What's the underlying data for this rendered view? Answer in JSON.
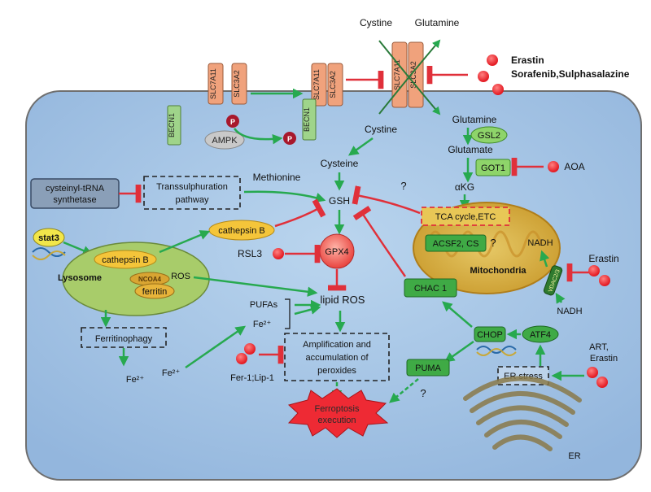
{
  "top": {
    "cystine": "Cystine",
    "glutamine": "Glutamine",
    "erastin": "Erastin",
    "sorafenib": "Sorafenib,Sulphasalazine"
  },
  "transporters": {
    "slc7a11": "SLC7A11",
    "slc3a2": "SLC3A2",
    "becn1": "BECN1"
  },
  "ampk": {
    "label": "AMPK",
    "p": "P"
  },
  "left": {
    "trna_line1": "cysteinyl-tRNA",
    "trna_line2": "synthetase",
    "transsulph_line1": "Transsulphuration",
    "transsulph_line2": "pathway",
    "stat3": "stat3",
    "cathepsin_b": "cathepsin B",
    "lysosome": "Lysosome",
    "ncoa4": "NCOA4",
    "ferritin": "ferritin",
    "ros": "ROS",
    "ferritinophagy": "Ferritinophagy",
    "fe2_left": "Fe²⁺",
    "fe2_right": "Fe²⁺"
  },
  "center": {
    "cystine": "Cystine",
    "cysteine": "Cysteine",
    "methionine": "Methionine",
    "gsh": "GSH",
    "cathepsin_b": "cathepsin B",
    "rsl3": "RSL3",
    "gpx4": "GPX4",
    "pufas": "PUFAs",
    "fe2": "Fe²⁺",
    "lipid_ros": "lipid ROS",
    "amp_line1": "Amplification and",
    "amp_line2": "accumulation of",
    "amp_line3": "peroxides",
    "fer1": "Fer-1;Lip-1",
    "ferroptosis_line1": "Ferroptosis",
    "ferroptosis_line2": "execution",
    "question": "?"
  },
  "right": {
    "glutamine": "Glutamine",
    "gsl2": "GSL2",
    "glutamate": "Glutamate",
    "got1": "GOT1",
    "aoa": "AOA",
    "akg": "αKG",
    "question1": "?",
    "tca": "TCA cycle,ETC",
    "acsf2": "ACSF2, CS",
    "question2": "?",
    "nadh_top": "NADH",
    "vdac": "VDAC2/3",
    "nadh_bottom": "NADH",
    "erastin": "Erastin",
    "mitochondria": "Mitochondria",
    "chac1": "CHAC 1",
    "chop": "CHOP",
    "atf4": "ATF4",
    "puma": "PUMA",
    "question3": "?",
    "art_line1": "ART,",
    "art_line2": "Erastin",
    "er_stress": "ER stress",
    "er": "ER"
  },
  "colors": {
    "cell_fill": "#a9c8e6",
    "green_arrow": "#27a94f",
    "red_inhibit": "#e0303a",
    "transporter": "#f0a27c",
    "becn1": "#9fd48a",
    "mito_fill": "#d6b44a",
    "lysosome_fill": "#a8cc6a",
    "green_box": "#3faa45",
    "yellow_box": "#f4c53a",
    "ferroptosis_star": "#ee2a34"
  }
}
